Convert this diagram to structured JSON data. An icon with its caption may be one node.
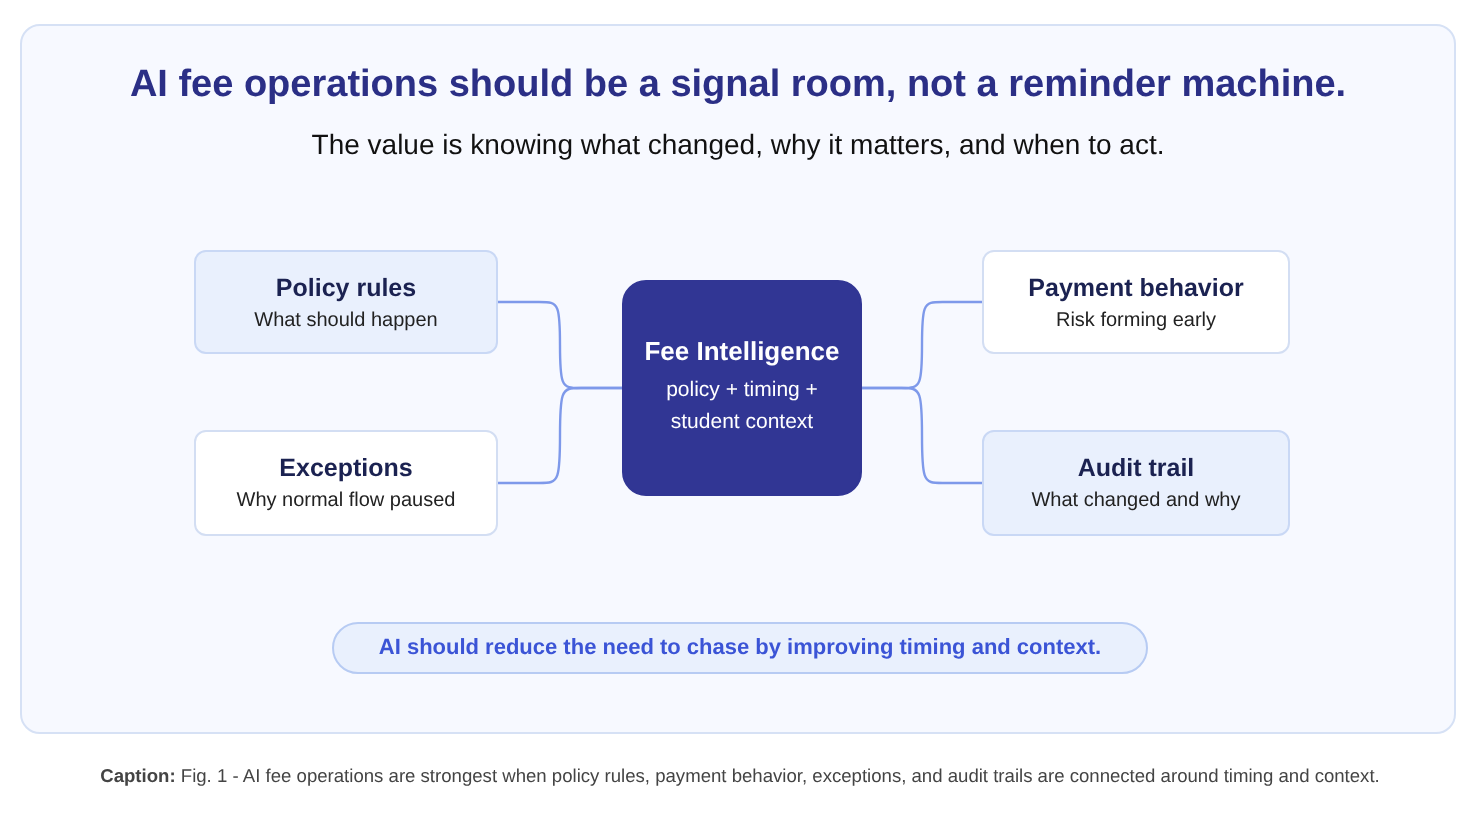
{
  "diagram": {
    "title": "AI fee operations should be a signal room, not a reminder machine.",
    "caption": "**Caption:** Fig. 1 - AI fee operations are strongest when policy rules, payment behavior, exceptions, and audit trails are connected around timing and context.",
    "nodes": [
      {
        "text": [
          "Fee Intelligence",
          "policy + timing + student context"
        ]
      },
      {
        "text": [
          "Policy rules",
          "What should happen"
        ]
      },
      {
        "text": [
          "Exceptions",
          "Why normal flow paused"
        ]
      },
      {
        "text": [
          "Payment behavior",
          "Risk forming early"
        ]
      },
      {
        "text": [
          "Audit trail",
          "What changed and why"
        ]
      },
      {
        "text": [
          "AI should reduce the need to chase by improving timing and context."
        ]
      }
    ],
    "edges": [
      {
        "from": 0,
        "to": 1,
        "arrow": "none"
      },
      {
        "from": 0,
        "to": 2,
        "arrow": "none"
      },
      {
        "from": 0,
        "to": 3,
        "arrow": "none"
      },
      {
        "from": 0,
        "to": 4,
        "arrow": "none"
      }
    ],
    "labels": [
      "The value is knowing what changed, why it matters, and when to act."
    ]
  }
}
